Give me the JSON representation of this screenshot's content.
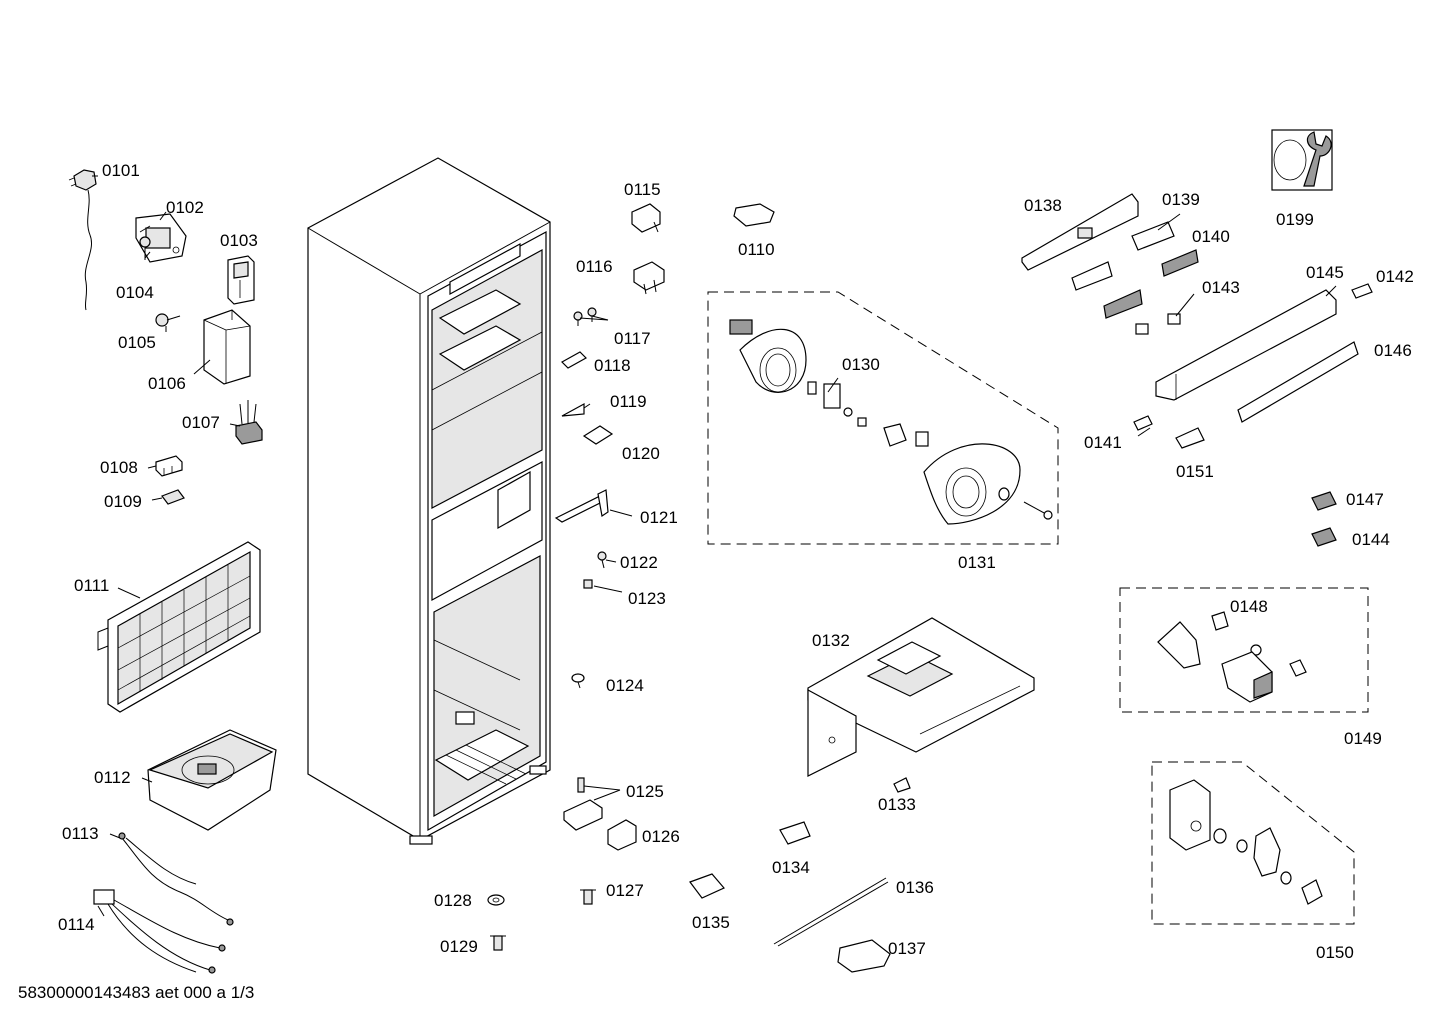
{
  "footer": {
    "doc_id": "58300000143483 aet 000 a 1/3"
  },
  "parts": [
    {
      "id": "0101",
      "label": "0101"
    },
    {
      "id": "0102",
      "label": "0102"
    },
    {
      "id": "0103",
      "label": "0103"
    },
    {
      "id": "0104",
      "label": "0104"
    },
    {
      "id": "0105",
      "label": "0105"
    },
    {
      "id": "0106",
      "label": "0106"
    },
    {
      "id": "0107",
      "label": "0107"
    },
    {
      "id": "0108",
      "label": "0108"
    },
    {
      "id": "0109",
      "label": "0109"
    },
    {
      "id": "0110",
      "label": "0110"
    },
    {
      "id": "0111",
      "label": "0111"
    },
    {
      "id": "0112",
      "label": "0112"
    },
    {
      "id": "0113",
      "label": "0113"
    },
    {
      "id": "0114",
      "label": "0114"
    },
    {
      "id": "0115",
      "label": "0115"
    },
    {
      "id": "0116",
      "label": "0116"
    },
    {
      "id": "0117",
      "label": "0117"
    },
    {
      "id": "0118",
      "label": "0118"
    },
    {
      "id": "0119",
      "label": "0119"
    },
    {
      "id": "0120",
      "label": "0120"
    },
    {
      "id": "0121",
      "label": "0121"
    },
    {
      "id": "0122",
      "label": "0122"
    },
    {
      "id": "0123",
      "label": "0123"
    },
    {
      "id": "0124",
      "label": "0124"
    },
    {
      "id": "0125",
      "label": "0125"
    },
    {
      "id": "0126",
      "label": "0126"
    },
    {
      "id": "0127",
      "label": "0127"
    },
    {
      "id": "0128",
      "label": "0128"
    },
    {
      "id": "0129",
      "label": "0129"
    },
    {
      "id": "0130",
      "label": "0130"
    },
    {
      "id": "0131",
      "label": "0131"
    },
    {
      "id": "0132",
      "label": "0132"
    },
    {
      "id": "0133",
      "label": "0133"
    },
    {
      "id": "0134",
      "label": "0134"
    },
    {
      "id": "0135",
      "label": "0135"
    },
    {
      "id": "0136",
      "label": "0136"
    },
    {
      "id": "0137",
      "label": "0137"
    },
    {
      "id": "0138",
      "label": "0138"
    },
    {
      "id": "0139",
      "label": "0139"
    },
    {
      "id": "0140",
      "label": "0140"
    },
    {
      "id": "0141",
      "label": "0141"
    },
    {
      "id": "0142",
      "label": "0142"
    },
    {
      "id": "0143",
      "label": "0143"
    },
    {
      "id": "0144",
      "label": "0144"
    },
    {
      "id": "0145",
      "label": "0145"
    },
    {
      "id": "0146",
      "label": "0146"
    },
    {
      "id": "0147",
      "label": "0147"
    },
    {
      "id": "0148",
      "label": "0148"
    },
    {
      "id": "0149",
      "label": "0149"
    },
    {
      "id": "0150",
      "label": "0150"
    },
    {
      "id": "0151",
      "label": "0151"
    },
    {
      "id": "0199",
      "label": "0199"
    }
  ]
}
